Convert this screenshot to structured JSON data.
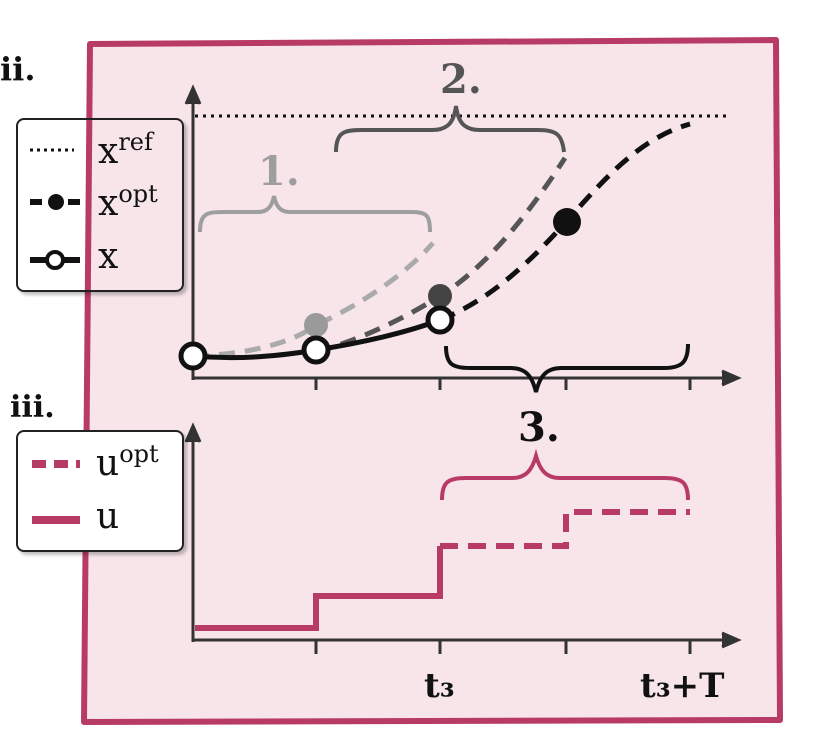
{
  "panel_labels": {
    "ii": "ii.",
    "iii": "iii."
  },
  "state_legend": {
    "items": [
      {
        "base": "x",
        "sup": "ref",
        "style": "dotted"
      },
      {
        "base": "x",
        "sup": "opt",
        "style": "dash-dot-filled"
      },
      {
        "base": "x",
        "sup": "",
        "style": "solid-open-circle"
      }
    ]
  },
  "input_legend": {
    "items": [
      {
        "base": "u",
        "sup": "opt",
        "style": "dashed"
      },
      {
        "base": "u",
        "sup": "",
        "style": "solid"
      }
    ]
  },
  "annotations": {
    "step1": "1.",
    "step2": "2.",
    "step3": "3."
  },
  "x_axis_ticks": {
    "t3": "t₃",
    "t3_plus_T": "t₃+T"
  },
  "colors": {
    "frame": "#b83a66",
    "background": "#f7e5ea",
    "input": "#b83a66",
    "step1": "#9e9e9e",
    "step2": "#555555",
    "step3": "#111111"
  }
}
